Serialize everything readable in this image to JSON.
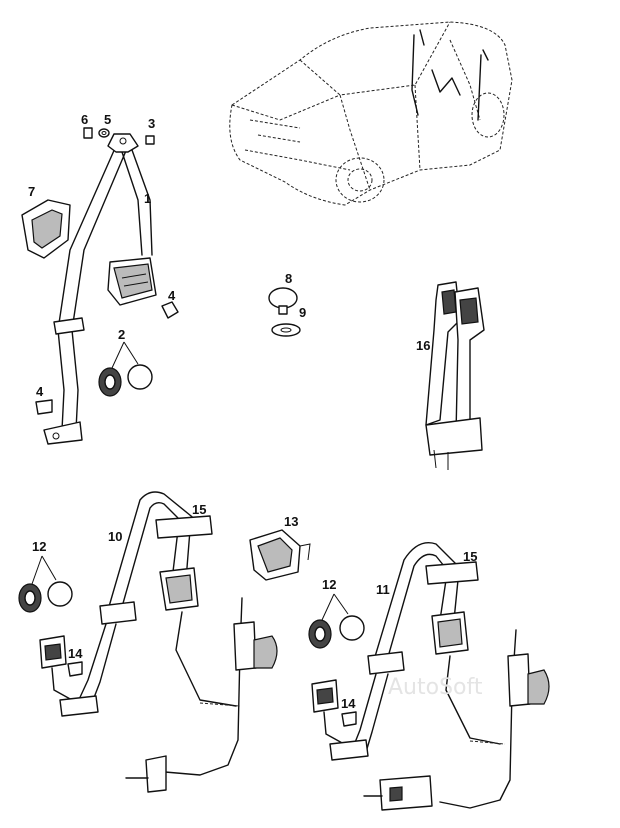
{
  "callouts": {
    "c1": "1",
    "c2": "2",
    "c3": "3",
    "c4a": "4",
    "c4b": "4",
    "c5": "5",
    "c6": "6",
    "c7": "7",
    "c8": "8",
    "c9": "9",
    "c10": "10",
    "c11": "11",
    "c12a": "12",
    "c12b": "12",
    "c13": "13",
    "c14a": "14",
    "c14b": "14",
    "c15a": "15",
    "c15b": "15",
    "c16": "16"
  },
  "watermark": "AutoSoft",
  "colors": {
    "line": "#111111",
    "shade": "#bbbbbb",
    "watermark": "#e4e4e4"
  }
}
